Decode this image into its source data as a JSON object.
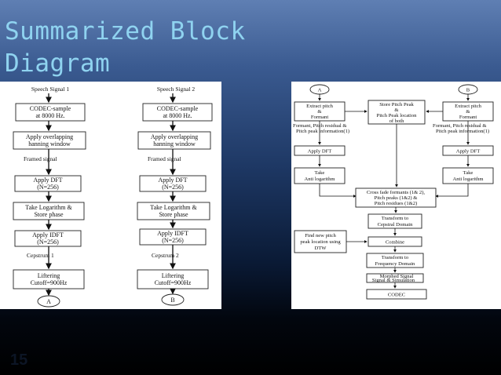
{
  "slide": {
    "title_line1": "Summarized Block",
    "title_line2": "Diagram",
    "slide_number": "15"
  },
  "left_diagram": {
    "speech1_label": "Speech Signal 1",
    "speech2_label": "Speech Signal 2",
    "codec_sample_1": "CODEC-sample",
    "codec_sample_2": "at 8000 Hz.",
    "overlap_1": "Apply overlapping",
    "overlap_2": "hanning window",
    "framed": "Framed signal",
    "dft_1": "Apply DFT",
    "dft_2": "(N=256)",
    "log_1": "Take Logarithm &",
    "log_2": "Store phase",
    "idft_1": "Apply IDFT",
    "idft_2": "(N=256)",
    "cepstrum1": "Cepstrum 1",
    "cepstrum2": "Cepstrum 2",
    "liftering_1": "Liftering",
    "liftering_2": "Cutoff=900Hz",
    "connector_a": "A",
    "connector_b": "B"
  },
  "right_diagram": {
    "conn_a": "A",
    "conn_b": "B",
    "extract_1": "Extract pitch",
    "extract_2": "&",
    "extract_3": "Formant",
    "store_1": "Store Pitch Peak",
    "store_2": "&",
    "store_3": "Pitch Peak location",
    "store_4": "of both",
    "residual_1": "Formant, Pitch residual &",
    "residual_2": "Pitch peak information(1)",
    "dft": "Apply DFT",
    "anti_1": "Take",
    "anti_2": "Anti logarithm",
    "cross_1": "Cross fade formants (1& 2),",
    "cross_2": "Pitch peaks (1&2) &",
    "cross_3": "Pitch residues (1&2)",
    "cepstral_1": "Transform to",
    "cepstral_2": "Cepstral Domain",
    "newpitch_1": "Find new pitch",
    "newpitch_2": "peak location using",
    "newpitch_3": "DTW",
    "combine": "Combine",
    "freq_1": "Transform to",
    "freq_2": "Frequency Domain",
    "morphed_1": "Morphed Signal",
    "morphed_2": "Signal & Simulation",
    "codec": "CODEC"
  }
}
